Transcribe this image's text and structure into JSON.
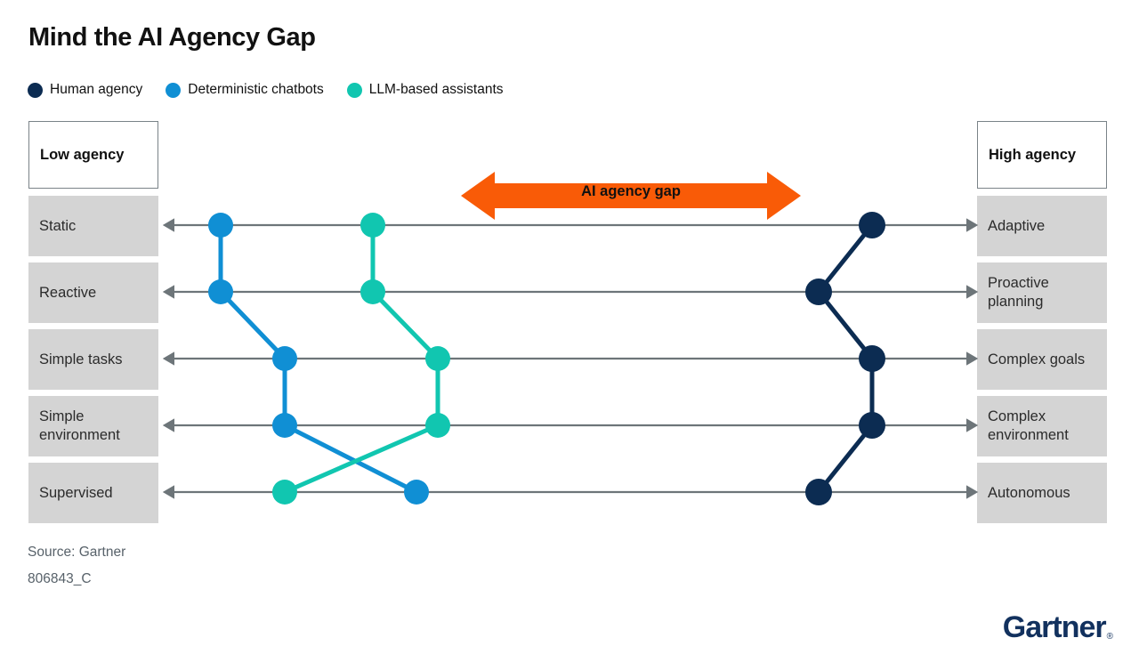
{
  "title": "Mind the AI Agency Gap",
  "legend": {
    "items": [
      {
        "label": "Human agency",
        "color": "#0c2c52",
        "icon": "circle-icon"
      },
      {
        "label": "Deterministic chatbots",
        "color": "#108fd4",
        "icon": "circle-icon"
      },
      {
        "label": "LLM-based assistants",
        "color": "#11c6b0",
        "icon": "circle-icon"
      }
    ]
  },
  "headers": {
    "left": "Low agency",
    "right": "High agency"
  },
  "gap_annotation": {
    "label": "AI agency gap",
    "color": "#f95b07",
    "icon": "double-arrow-icon"
  },
  "source": {
    "line1": "Source: Gartner",
    "line2": "806843_C"
  },
  "brand": {
    "name": "Gartner",
    "trademark": "®",
    "color": "#12315e"
  },
  "chart_data": {
    "type": "scatter",
    "title": "Mind the AI Agency Gap",
    "xlabel": "",
    "ylabel": "",
    "grid": false,
    "legend_position": "top-left",
    "axis_note": "Each row is a horizontal double-headed axis running from a low-agency pole (left) to a high-agency pole (right); x is a 0-100 agency scale.",
    "xlim": [
      0,
      100
    ],
    "categories": [
      {
        "low": "Static",
        "high": "Adaptive"
      },
      {
        "low": "Reactive",
        "high": "Proactive planning"
      },
      {
        "low": "Simple tasks",
        "high": "Complex goals"
      },
      {
        "low": "Simple environment",
        "high": "Complex environment"
      },
      {
        "low": "Supervised",
        "high": "Autonomous"
      }
    ],
    "series": [
      {
        "name": "Human agency",
        "color": "#0c2c52",
        "values": [
          88,
          81,
          88,
          88,
          81
        ]
      },
      {
        "name": "Deterministic chatbots",
        "color": "#108fd4",
        "values": [
          6,
          6,
          14,
          14,
          31
        ]
      },
      {
        "name": "LLM-based assistants",
        "color": "#11c6b0",
        "values": [
          25,
          25,
          34,
          34,
          14
        ]
      }
    ],
    "annotations": [
      {
        "text": "AI agency gap",
        "type": "double-arrow",
        "x_start": 36,
        "x_end": 78,
        "color": "#f95b07"
      }
    ]
  }
}
